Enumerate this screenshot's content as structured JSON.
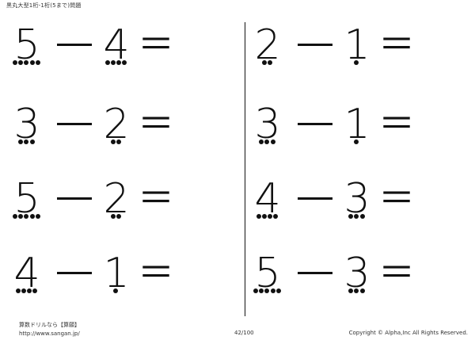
{
  "header": {
    "title": "黒丸大型1桁-1桁(5まで)問題"
  },
  "problems": [
    {
      "a": "5",
      "b": "4",
      "minus": "－",
      "equals": "＝",
      "dots_a": 5,
      "dots_b": 4
    },
    {
      "a": "3",
      "b": "2",
      "minus": "－",
      "equals": "＝",
      "dots_a": 3,
      "dots_b": 2
    },
    {
      "a": "5",
      "b": "2",
      "minus": "－",
      "equals": "＝",
      "dots_a": 5,
      "dots_b": 2
    },
    {
      "a": "4",
      "b": "1",
      "minus": "－",
      "equals": "＝",
      "dots_a": 4,
      "dots_b": 1
    },
    {
      "a": "2",
      "b": "1",
      "minus": "－",
      "equals": "＝",
      "dots_a": 2,
      "dots_b": 1
    },
    {
      "a": "3",
      "b": "1",
      "minus": "－",
      "equals": "＝",
      "dots_a": 3,
      "dots_b": 1
    },
    {
      "a": "4",
      "b": "3",
      "minus": "－",
      "equals": "＝",
      "dots_a": 4,
      "dots_b": 3
    },
    {
      "a": "5",
      "b": "3",
      "minus": "－",
      "equals": "＝",
      "dots_a": 5,
      "dots_b": 3
    }
  ],
  "footer": {
    "site_name": "算数ドリルなら【算願】",
    "url": "http://www.sangan.jp/",
    "page": "42/100",
    "copyright": "Copyright © Alpha,Inc All Rights Reserved."
  }
}
